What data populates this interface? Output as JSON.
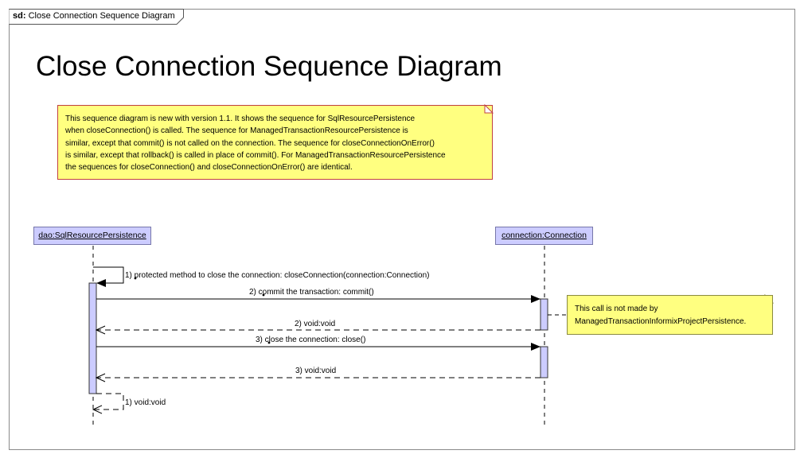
{
  "frame": {
    "kind": "sd:",
    "name": "Close Connection Sequence Diagram"
  },
  "title": "Close Connection Sequence Diagram",
  "main_note": {
    "lines": [
      "This sequence diagram is new with version 1.1. It shows the sequence for SqlResourcePersistence",
      "when closeConnection() is called. The sequence for ManagedTransactionResourcePersistence is",
      "similar, except that commit() is not called on the connection. The sequence for closeConnectionOnError()",
      "is similar, except that rollback() is called in place of commit(). For ManagedTransactionResourcePersistence",
      "the sequences for closeConnection() and closeConnectionOnError() are identical."
    ]
  },
  "side_note": {
    "lines": [
      "This call is not made by",
      "ManagedTransactionInformixProjectPersistence."
    ]
  },
  "lifelines": {
    "dao": "dao:SqlResourcePersistence",
    "connection": "connection:Connection"
  },
  "messages": {
    "m1": "1) protected method to close the connection: closeConnection(connection:Connection)",
    "m2": "2) commit the transaction: commit()",
    "m2r": "2) void:void",
    "m3": "3) close the connection: close()",
    "m3r": "3) void:void",
    "m1r": "1) void:void"
  },
  "colors": {
    "note_fill": "#ffff80",
    "note_border": "#c04040",
    "lifeline_fill": "#ccccff",
    "activation_fill": "#ccccff"
  }
}
